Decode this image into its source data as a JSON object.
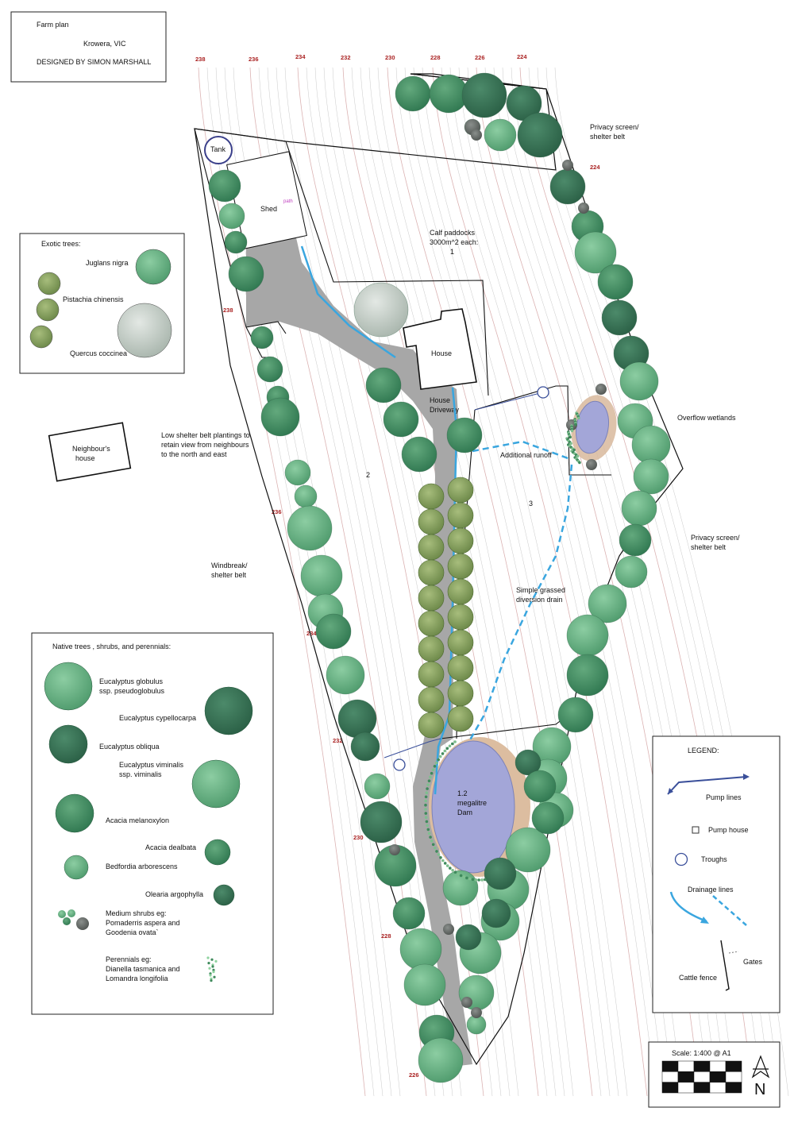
{
  "title_block": {
    "line1": "Farm plan",
    "line2": "Krowera, VIC",
    "line3": "DESIGNED BY SIMON MARSHALL"
  },
  "contours_top": [
    "238",
    "236",
    "234",
    "232",
    "230",
    "228",
    "226",
    "224"
  ],
  "contour_labels": {
    "c224r": "224",
    "c238l": "238",
    "c236l": "236",
    "c234l": "234",
    "c232l": "232",
    "c230l": "230",
    "c228l": "228",
    "c226l": "226"
  },
  "labels": {
    "tank": "Tank",
    "shed": "Shed",
    "path": "path",
    "calf1": "Calf paddocks",
    "calf2": "3000m^2 each:",
    "calf3": "1",
    "house": "House",
    "driveway1": "House",
    "driveway2": "Driveway",
    "additional_runoff": "Additional runoff",
    "overflow": "Overflow wetlands",
    "paddock2": "2",
    "paddock3": "3",
    "privacy_top1": "Privacy screen/",
    "privacy_top2": "shelter belt",
    "privacy_right1": "Privacy screen/",
    "privacy_right2": "shelter belt",
    "neighbour1": "Neighbour's",
    "neighbour2": "house",
    "low_belt1": "Low shelter belt plantings to",
    "low_belt2": "retain view from neighbours",
    "low_belt3": "to the north and east",
    "windbreak1": "Windbreak/",
    "windbreak2": "shelter belt",
    "diversion1": "Simple grassed",
    "diversion2": "diversion drain",
    "dam1": "1.2",
    "dam2": "megalitre",
    "dam3": "Dam"
  },
  "exotic_legend": {
    "title": "Exotic trees:",
    "items": [
      "Juglans nigra",
      "Pistachia chinensis",
      "Quercus coccinea"
    ]
  },
  "native_legend": {
    "title": "Native trees , shrubs, and perennials:",
    "items": [
      [
        "Eucalyptus globulus",
        "ssp. pseudoglobulus"
      ],
      [
        "Eucalyptus cypellocarpa"
      ],
      [
        "Eucalyptus obliqua"
      ],
      [
        "Eucalyptus viminalis",
        "ssp. viminalis"
      ],
      [
        "Acacia melanoxylon"
      ],
      [
        "Acacia dealbata"
      ],
      [
        "Bedfordia arborescens"
      ],
      [
        "Olearia argophylla"
      ],
      [
        "Medium shrubs eg:",
        "Pomaderris aspera and",
        "Goodenia ovata`"
      ],
      [
        "Perennials eg:",
        "Dianella tasmanica and",
        "Lomandra longifolia"
      ]
    ]
  },
  "legend": {
    "title": "LEGEND:",
    "pump_lines": "Pump lines",
    "pump_house": "Pump house",
    "troughs": "Troughs",
    "drainage": "Drainage lines",
    "gates": "Gates",
    "cattle_fence": "Cattle fence"
  },
  "scale": {
    "label": "Scale: 1:400 @ A1",
    "north": "N"
  },
  "colors": {
    "tree_light": "#5aa877",
    "tree_mid": "#3f8a5c",
    "tree_dark": "#2e6b4c",
    "tree_olive": "#7d9a55",
    "driveway": "#a6a6a6",
    "water": "#a6a6d6",
    "drain": "#3ba7df",
    "pump": "#3a4f9a",
    "contour": "#d9a9a9"
  }
}
